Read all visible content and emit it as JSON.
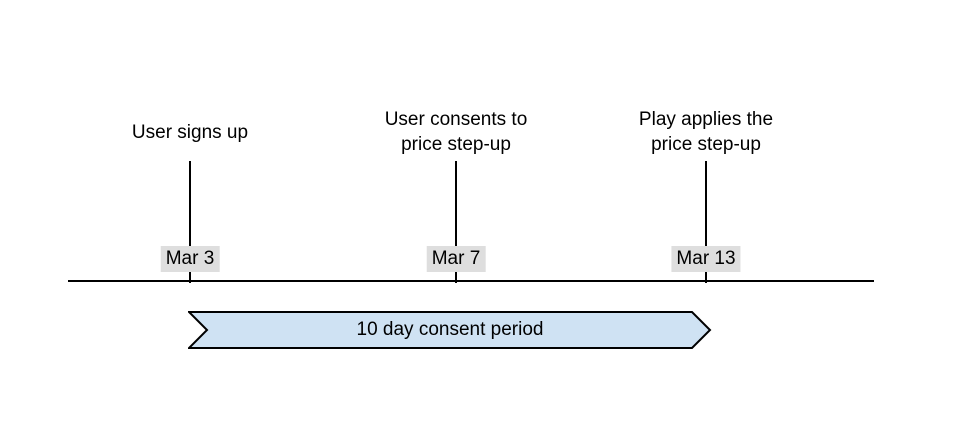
{
  "diagram": {
    "events": [
      {
        "title": "User signs up",
        "date": "Mar 3"
      },
      {
        "title": "User consents to price step-up",
        "date": "Mar 7"
      },
      {
        "title": "Play applies the price step-up",
        "date": "Mar 13"
      }
    ],
    "banner": {
      "label": "10 day consent period"
    }
  },
  "colors": {
    "line": "#000000",
    "date_label_bg": "#dedede",
    "banner_fill": "#cfe2f3",
    "banner_stroke": "#000000"
  }
}
